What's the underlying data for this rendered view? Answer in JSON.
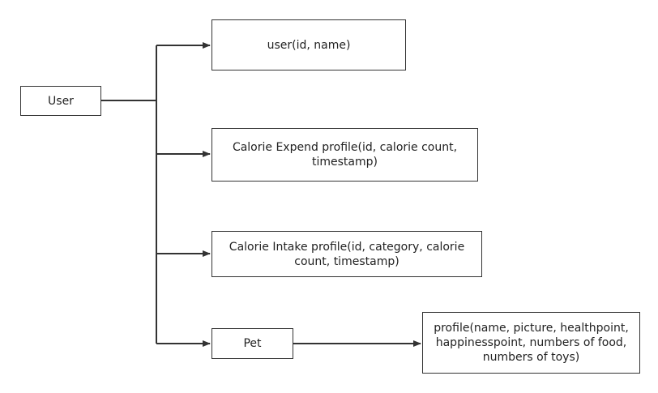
{
  "diagram": {
    "nodes": {
      "user": "User",
      "user_info": "user(id, name)",
      "calorie_expend": "Calorie Expend profile(id, calorie count, timestamp)",
      "calorie_intake": "Calorie Intake profile(id, category, calorie count, timestamp)",
      "pet": "Pet",
      "pet_profile": "profile(name, picture, healthpoint, happinesspoint, numbers of food, numbers of toys)"
    },
    "edges": [
      {
        "from": "user",
        "to": "user_info"
      },
      {
        "from": "user",
        "to": "calorie_expend"
      },
      {
        "from": "user",
        "to": "calorie_intake"
      },
      {
        "from": "user",
        "to": "pet"
      },
      {
        "from": "pet",
        "to": "pet_profile"
      }
    ],
    "colors": {
      "line": "#333333",
      "border": "#333333",
      "background": "#ffffff"
    }
  }
}
